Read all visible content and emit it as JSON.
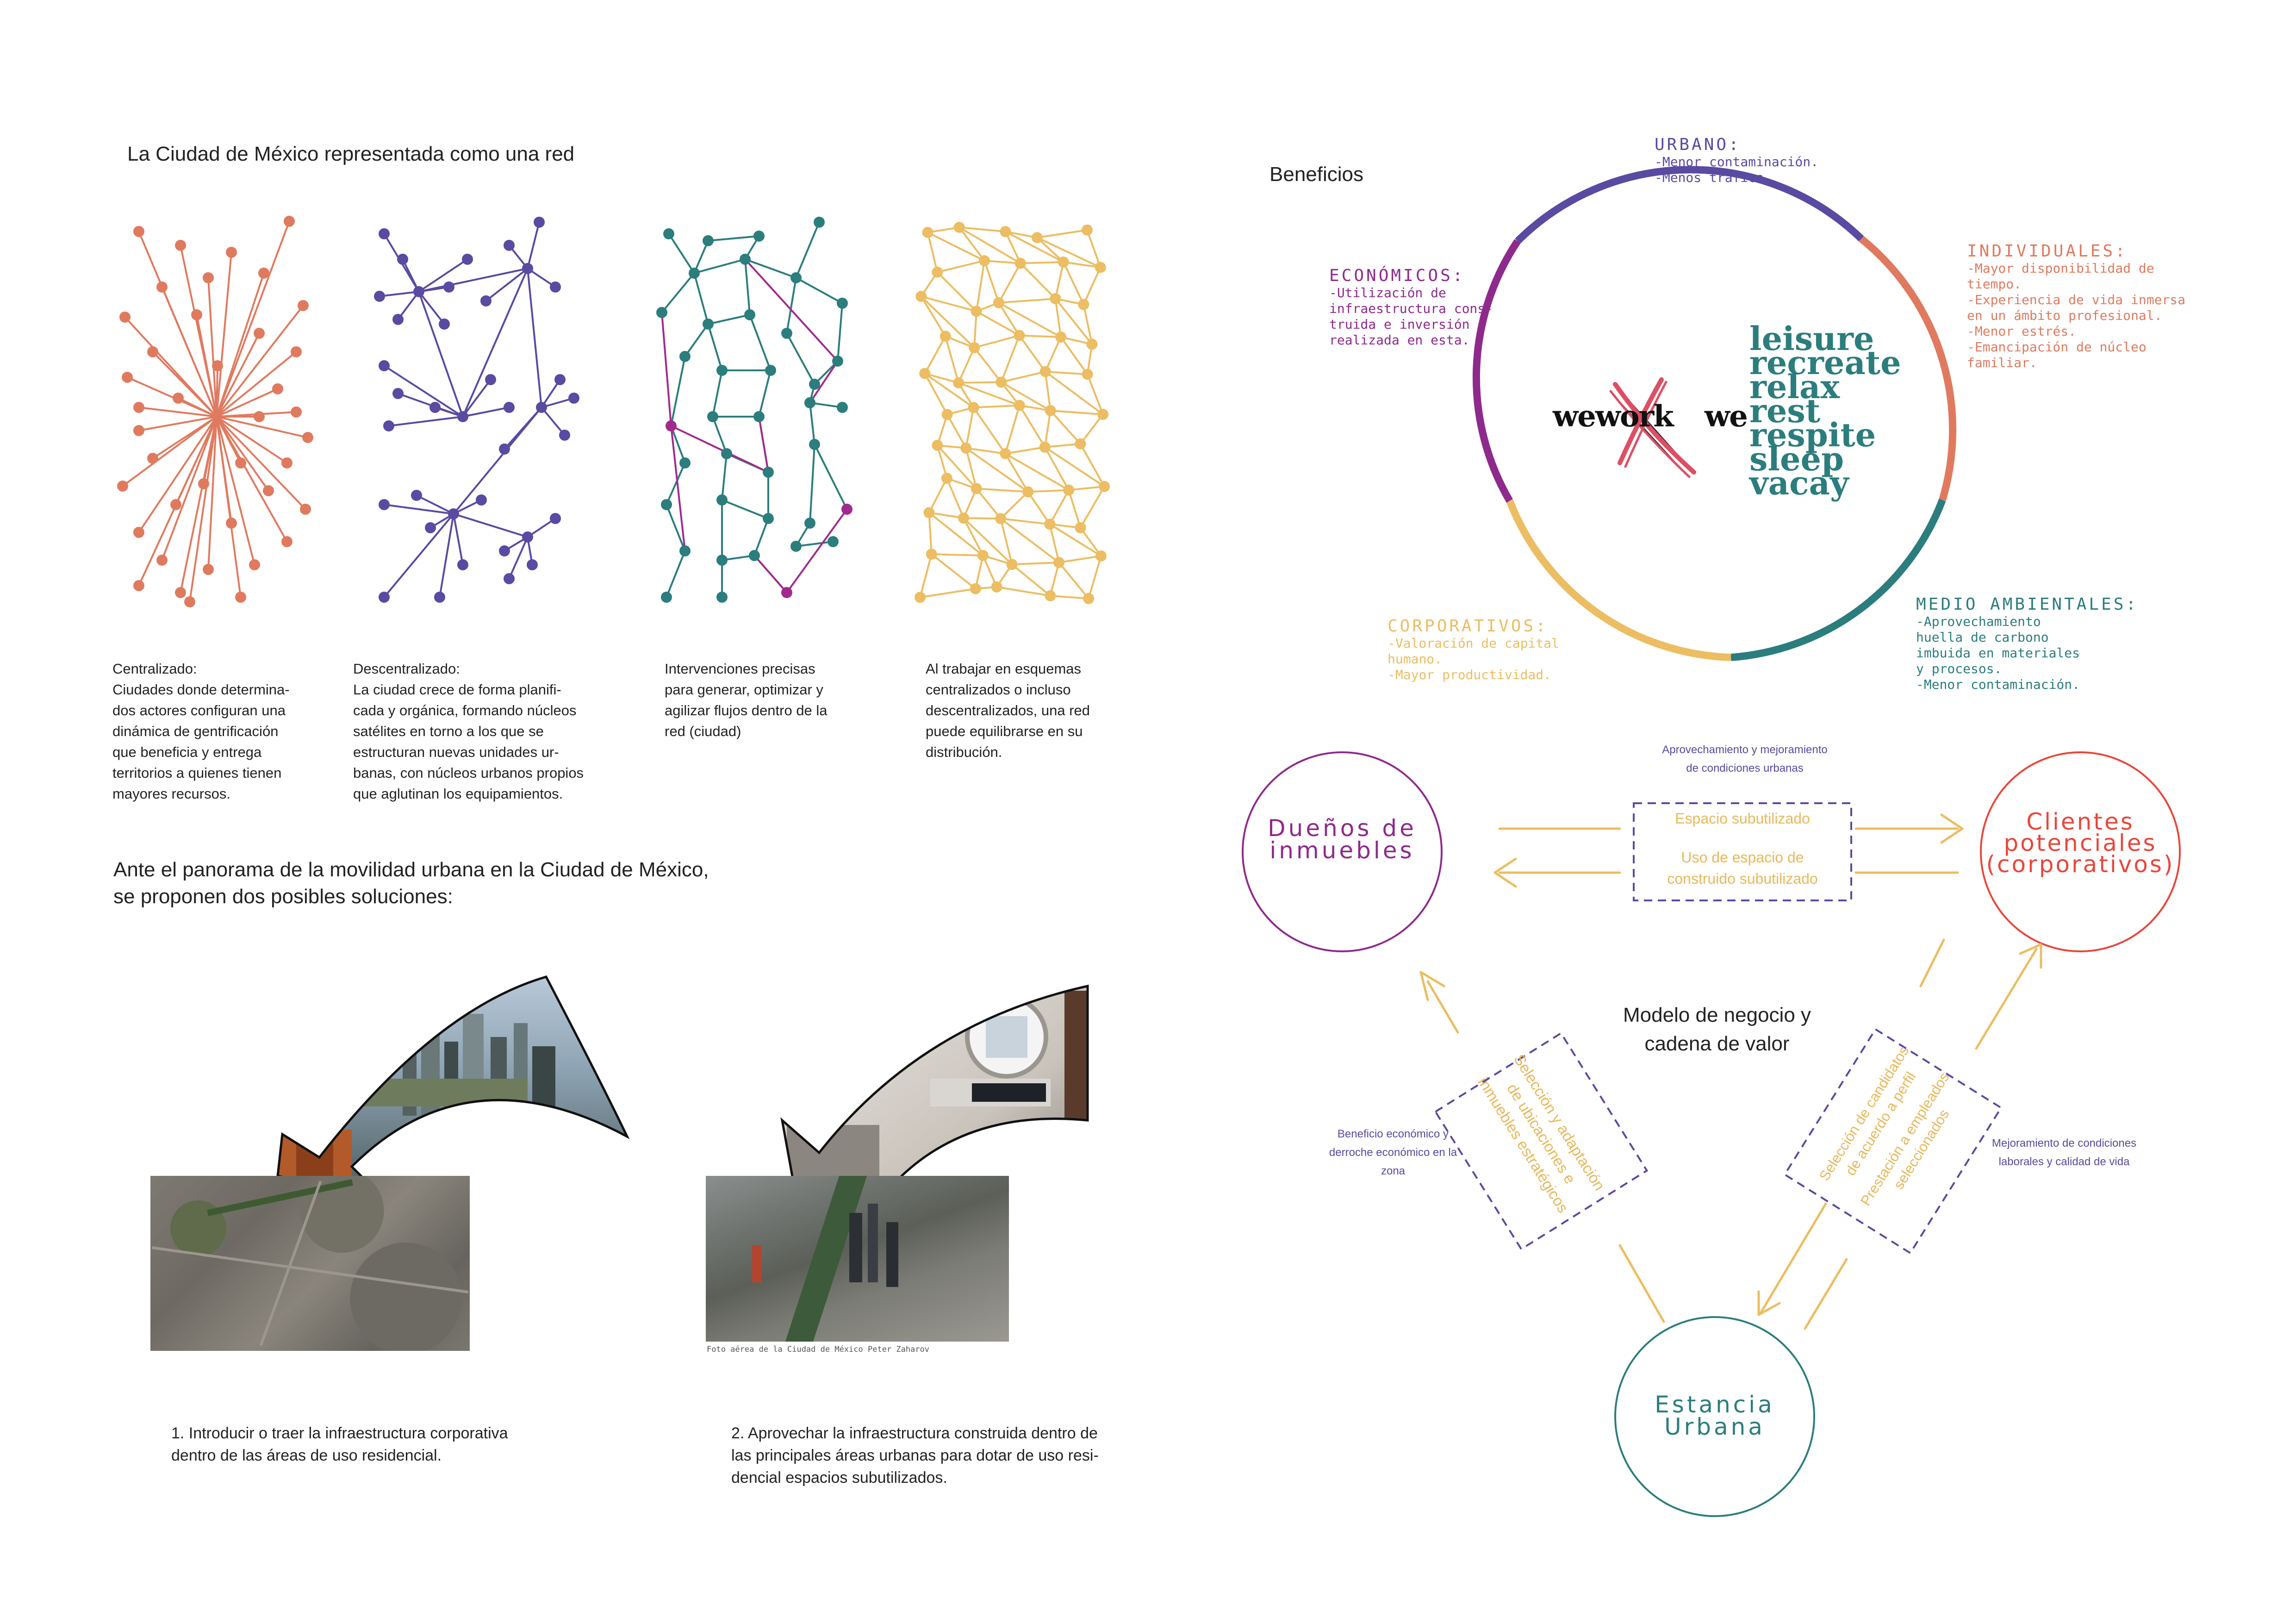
{
  "left": {
    "network_title": "La Ciudad de México representada como una red",
    "networks": [
      {
        "desc": [
          "Centralizado:",
          "Ciudades donde determina-",
          "dos actores configuran una",
          "dinámica de gentrificación",
          "que beneficia y entrega",
          "territorios a quienes tienen",
          "mayores recursos."
        ]
      },
      {
        "desc": [
          "Descentralizado:",
          "La ciudad crece de forma planifi-",
          "cada y orgánica, formando núcleos",
          "satélites en torno a los que se",
          "estructuran nuevas unidades ur-",
          "banas, con núcleos urbanos propios",
          "que aglutinan los equipamientos."
        ]
      },
      {
        "desc": [
          "Intervenciones precisas",
          "para generar, optimizar y",
          "agilizar flujos dentro de la",
          "red (ciudad)"
        ]
      },
      {
        "desc": [
          "Al trabajar en esquemas",
          "centralizados o incluso",
          "descentralizados, una red",
          "puede equilibrarse en su",
          "distribución."
        ]
      }
    ],
    "mobility_title": [
      "Ante el panorama de la movilidad urbana en la Ciudad de México,",
      "se proponen dos posibles soluciones:"
    ],
    "photo_caption": "Foto aérea de la Ciudad de México  Peter Zaharov",
    "solution1": [
      "1. Introducir o traer la infraestructura corporativa",
      "dentro de las áreas de uso residencial."
    ],
    "solution2": [
      "2. Aprovechar la infraestructura construida dentro de",
      "las principales áreas urbanas para dotar de uso resi-",
      "dencial espacios subutilizados."
    ]
  },
  "benefits": {
    "title": "Beneficios",
    "urbano": {
      "title": "URBANO:",
      "lines": [
        "-Menor contaminación.",
        "-Menos tráfico."
      ]
    },
    "individuales": {
      "title": "INDIVIDUALES:",
      "lines": [
        "-Mayor disponibilidad de",
        "tiempo.",
        "-Experiencia de vida inmersa",
        "en un ámbito profesional.",
        "-Menor estrés.",
        "-Emancipación de núcleo",
        "familiar."
      ]
    },
    "economicos": {
      "title": "ECONÓMICOS:",
      "lines": [
        "-Utilización  de",
        "infraestructura cons-",
        "truida e inversión",
        "realizada en esta."
      ]
    },
    "ambientales": {
      "title": "MEDIO AMBIENTALES:",
      "lines": [
        "-Aprovechamiento",
        "huella de carbono",
        "imbuida en materiales",
        "y procesos.",
        "-Menor contaminación."
      ]
    },
    "corporativos": {
      "title": "CORPORATIVOS:",
      "lines": [
        "-Valoración de capital",
        "humano.",
        "-Mayor productividad."
      ]
    },
    "wework": "wework",
    "we": "we",
    "words": [
      "leisure",
      "recreate",
      "relax",
      "rest",
      "respite",
      "sleep",
      "vacay"
    ],
    "colors": {
      "urbano": "#5a4aa1",
      "individuales": "#e07a5f",
      "economicos": "#8e2a8c",
      "ambientales": "#2c7d7d",
      "corporativos": "#ecbd62"
    }
  },
  "model": {
    "title": [
      "Modelo de negocio y",
      "cadena de valor"
    ],
    "duenos": [
      "Dueños de",
      "inmuebles"
    ],
    "clientes": [
      "Clientes",
      "potenciales",
      "(corporativos)"
    ],
    "estancia": [
      "Estancia",
      "Urbana"
    ],
    "top_note": [
      "Aprovechamiento y mejoramiento",
      "de condiciones urbanas"
    ],
    "box_top": [
      "Espacio subutilizado",
      "",
      "Uso de espacio de",
      "construido subutilizado"
    ],
    "box_left": [
      "Selección y adaptación",
      "de ubicaciones e",
      "inmuebles estratégicos"
    ],
    "box_right": [
      "Selección de candidatos",
      "de acuerdo a perfil",
      "",
      "Prestación a empleados",
      "seleccionados"
    ],
    "left_note": [
      "Beneficio económico y",
      "derroche económico en la",
      "zona"
    ],
    "right_note": [
      "Mejoramiento de condiciones",
      "laborales y calidad de vida"
    ]
  }
}
